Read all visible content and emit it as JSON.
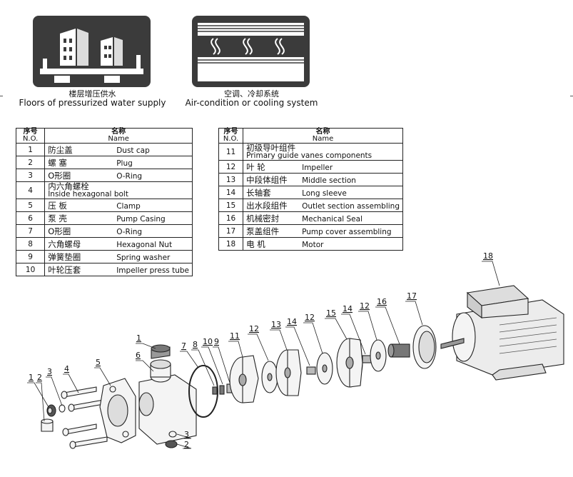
{
  "applications": [
    {
      "icon": "building-icon",
      "cn": "楼层增压供水",
      "en": "Floors of pressurized water supply"
    },
    {
      "icon": "air-conditioning-icon",
      "cn": "空调、冷却系统",
      "en": "Air-condition or cooling system"
    }
  ],
  "table_headers": {
    "no_cn": "序号",
    "no_en": "N.O.",
    "name_cn": "名称",
    "name_en": "Name"
  },
  "parts_left": [
    {
      "no": "1",
      "cn": "防尘盖",
      "en": "Dust cap"
    },
    {
      "no": "2",
      "cn": "螺 塞",
      "en": "Plug"
    },
    {
      "no": "3",
      "cn": "O形圈",
      "en": "O-Ring"
    },
    {
      "no": "4",
      "cn": "内六角螺栓",
      "en": "Inside hexagonal bolt"
    },
    {
      "no": "5",
      "cn": "压 板",
      "en": "Clamp"
    },
    {
      "no": "6",
      "cn": "泵 壳",
      "en": "Pump Casing"
    },
    {
      "no": "7",
      "cn": "O形圈",
      "en": "O-Ring"
    },
    {
      "no": "8",
      "cn": "六角螺母",
      "en": "Hexagonal Nut"
    },
    {
      "no": "9",
      "cn": "弹簧垫圈",
      "en": "Spring washer"
    },
    {
      "no": "10",
      "cn": "叶轮压套",
      "en": "Impeller press tube"
    }
  ],
  "parts_right": [
    {
      "no": "11",
      "cn": "初级导叶组件",
      "en": "Primary guide vanes components"
    },
    {
      "no": "12",
      "cn": "叶 轮",
      "en": "Impeller"
    },
    {
      "no": "13",
      "cn": "中段体组件",
      "en": "Middle section"
    },
    {
      "no": "14",
      "cn": "长轴套",
      "en": "Long sleeve"
    },
    {
      "no": "15",
      "cn": "出水段组件",
      "en": "Outlet section assembling"
    },
    {
      "no": "16",
      "cn": "机械密封",
      "en": "Mechanical Seal"
    },
    {
      "no": "17",
      "cn": "泵盖组件",
      "en": "Pump cover assembling"
    },
    {
      "no": "18",
      "cn": "电 机",
      "en": "Motor"
    }
  ],
  "callouts": [
    "1",
    "2",
    "3",
    "4",
    "5",
    "6",
    "1",
    "7",
    "8",
    "10",
    "9",
    "11",
    "12",
    "13",
    "14",
    "12",
    "15",
    "14",
    "12",
    "16",
    "17",
    "18",
    "3",
    "2"
  ],
  "colors": {
    "icon_bg": "#3b3b3b",
    "line": "#222222",
    "part_fill": "#f4f4f4",
    "part_shade": "#c9c9c9"
  }
}
